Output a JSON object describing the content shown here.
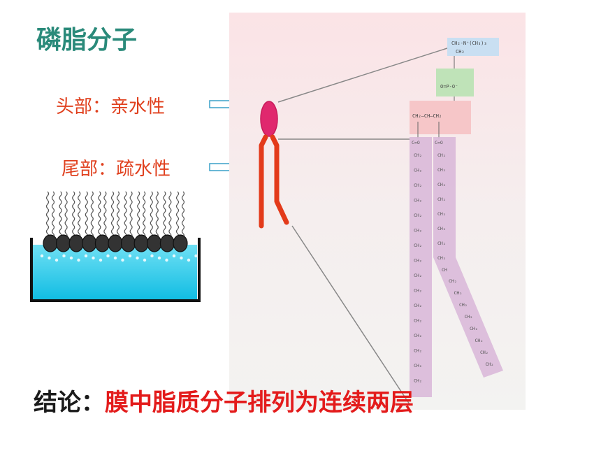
{
  "title": "磷脂分子",
  "labels": {
    "head": "头部：亲水性",
    "tail": "尾部：疏水性"
  },
  "conclusion": {
    "key": "结论：",
    "value": "膜中脂质分子排列为连续两层"
  },
  "structure": {
    "choline": [
      "CH₂-N⁺(CH₃)₃",
      "CH₂"
    ],
    "phosphate": "O=P-O⁻",
    "glycerol": "CH₂—CH—CH₂",
    "carbonyl": "C=O",
    "chain_unit": "CH₂",
    "kink_unit": "CH"
  },
  "colors": {
    "title": "#2a8a7a",
    "label": "#e0401e",
    "conclusion_value": "#e31b1b",
    "head": "#e0286e",
    "tail": "#e33a1a",
    "water": "#17c3e6",
    "panel_bg": "#f7ecec"
  }
}
